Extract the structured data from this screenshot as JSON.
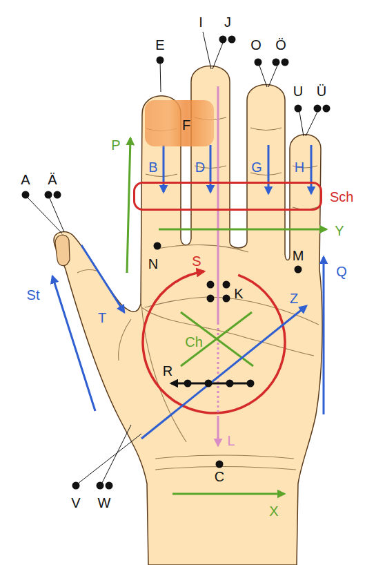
{
  "diagram": {
    "nodes": [
      {
        "text": [
          "F"
        ]
      },
      {
        "text": [
          "Sch"
        ]
      }
    ],
    "labels": [
      "I",
      "J",
      "E",
      "O",
      "Ö",
      "U",
      "Ü",
      "A",
      "Ä",
      "P",
      "B",
      "D",
      "G",
      "H",
      "Y",
      "M",
      "S",
      "N",
      "Q",
      "K",
      "St",
      "Z",
      "T",
      "Ch",
      "R",
      "L",
      "C",
      "V",
      "W",
      "X"
    ]
  }
}
